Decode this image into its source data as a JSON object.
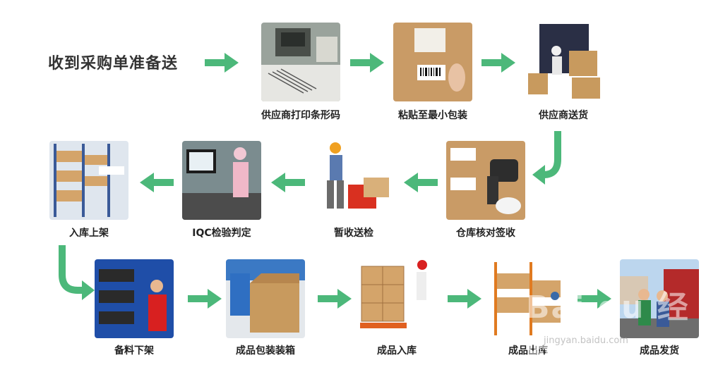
{
  "start": {
    "label": "收到采购单准备送"
  },
  "steps": [
    {
      "label": "供应商打印条形码"
    },
    {
      "label": "粘贴至最小包装"
    },
    {
      "label": "供应商送货"
    },
    {
      "label": "仓库核对签收"
    },
    {
      "label": "暂收送检"
    },
    {
      "label": "IQC检验判定"
    },
    {
      "label": "入库上架"
    },
    {
      "label": "备料下架"
    },
    {
      "label": "成品包装装箱"
    },
    {
      "label": "成品入库"
    },
    {
      "label": "成品出库"
    },
    {
      "label": "成品发货"
    }
  ],
  "watermark": {
    "brand": "Bai du 经验",
    "url": "jingyan.baidu.com"
  },
  "colors": {
    "arrow": "#4cb87a",
    "box": "#c89a5e",
    "text": "#222222"
  }
}
